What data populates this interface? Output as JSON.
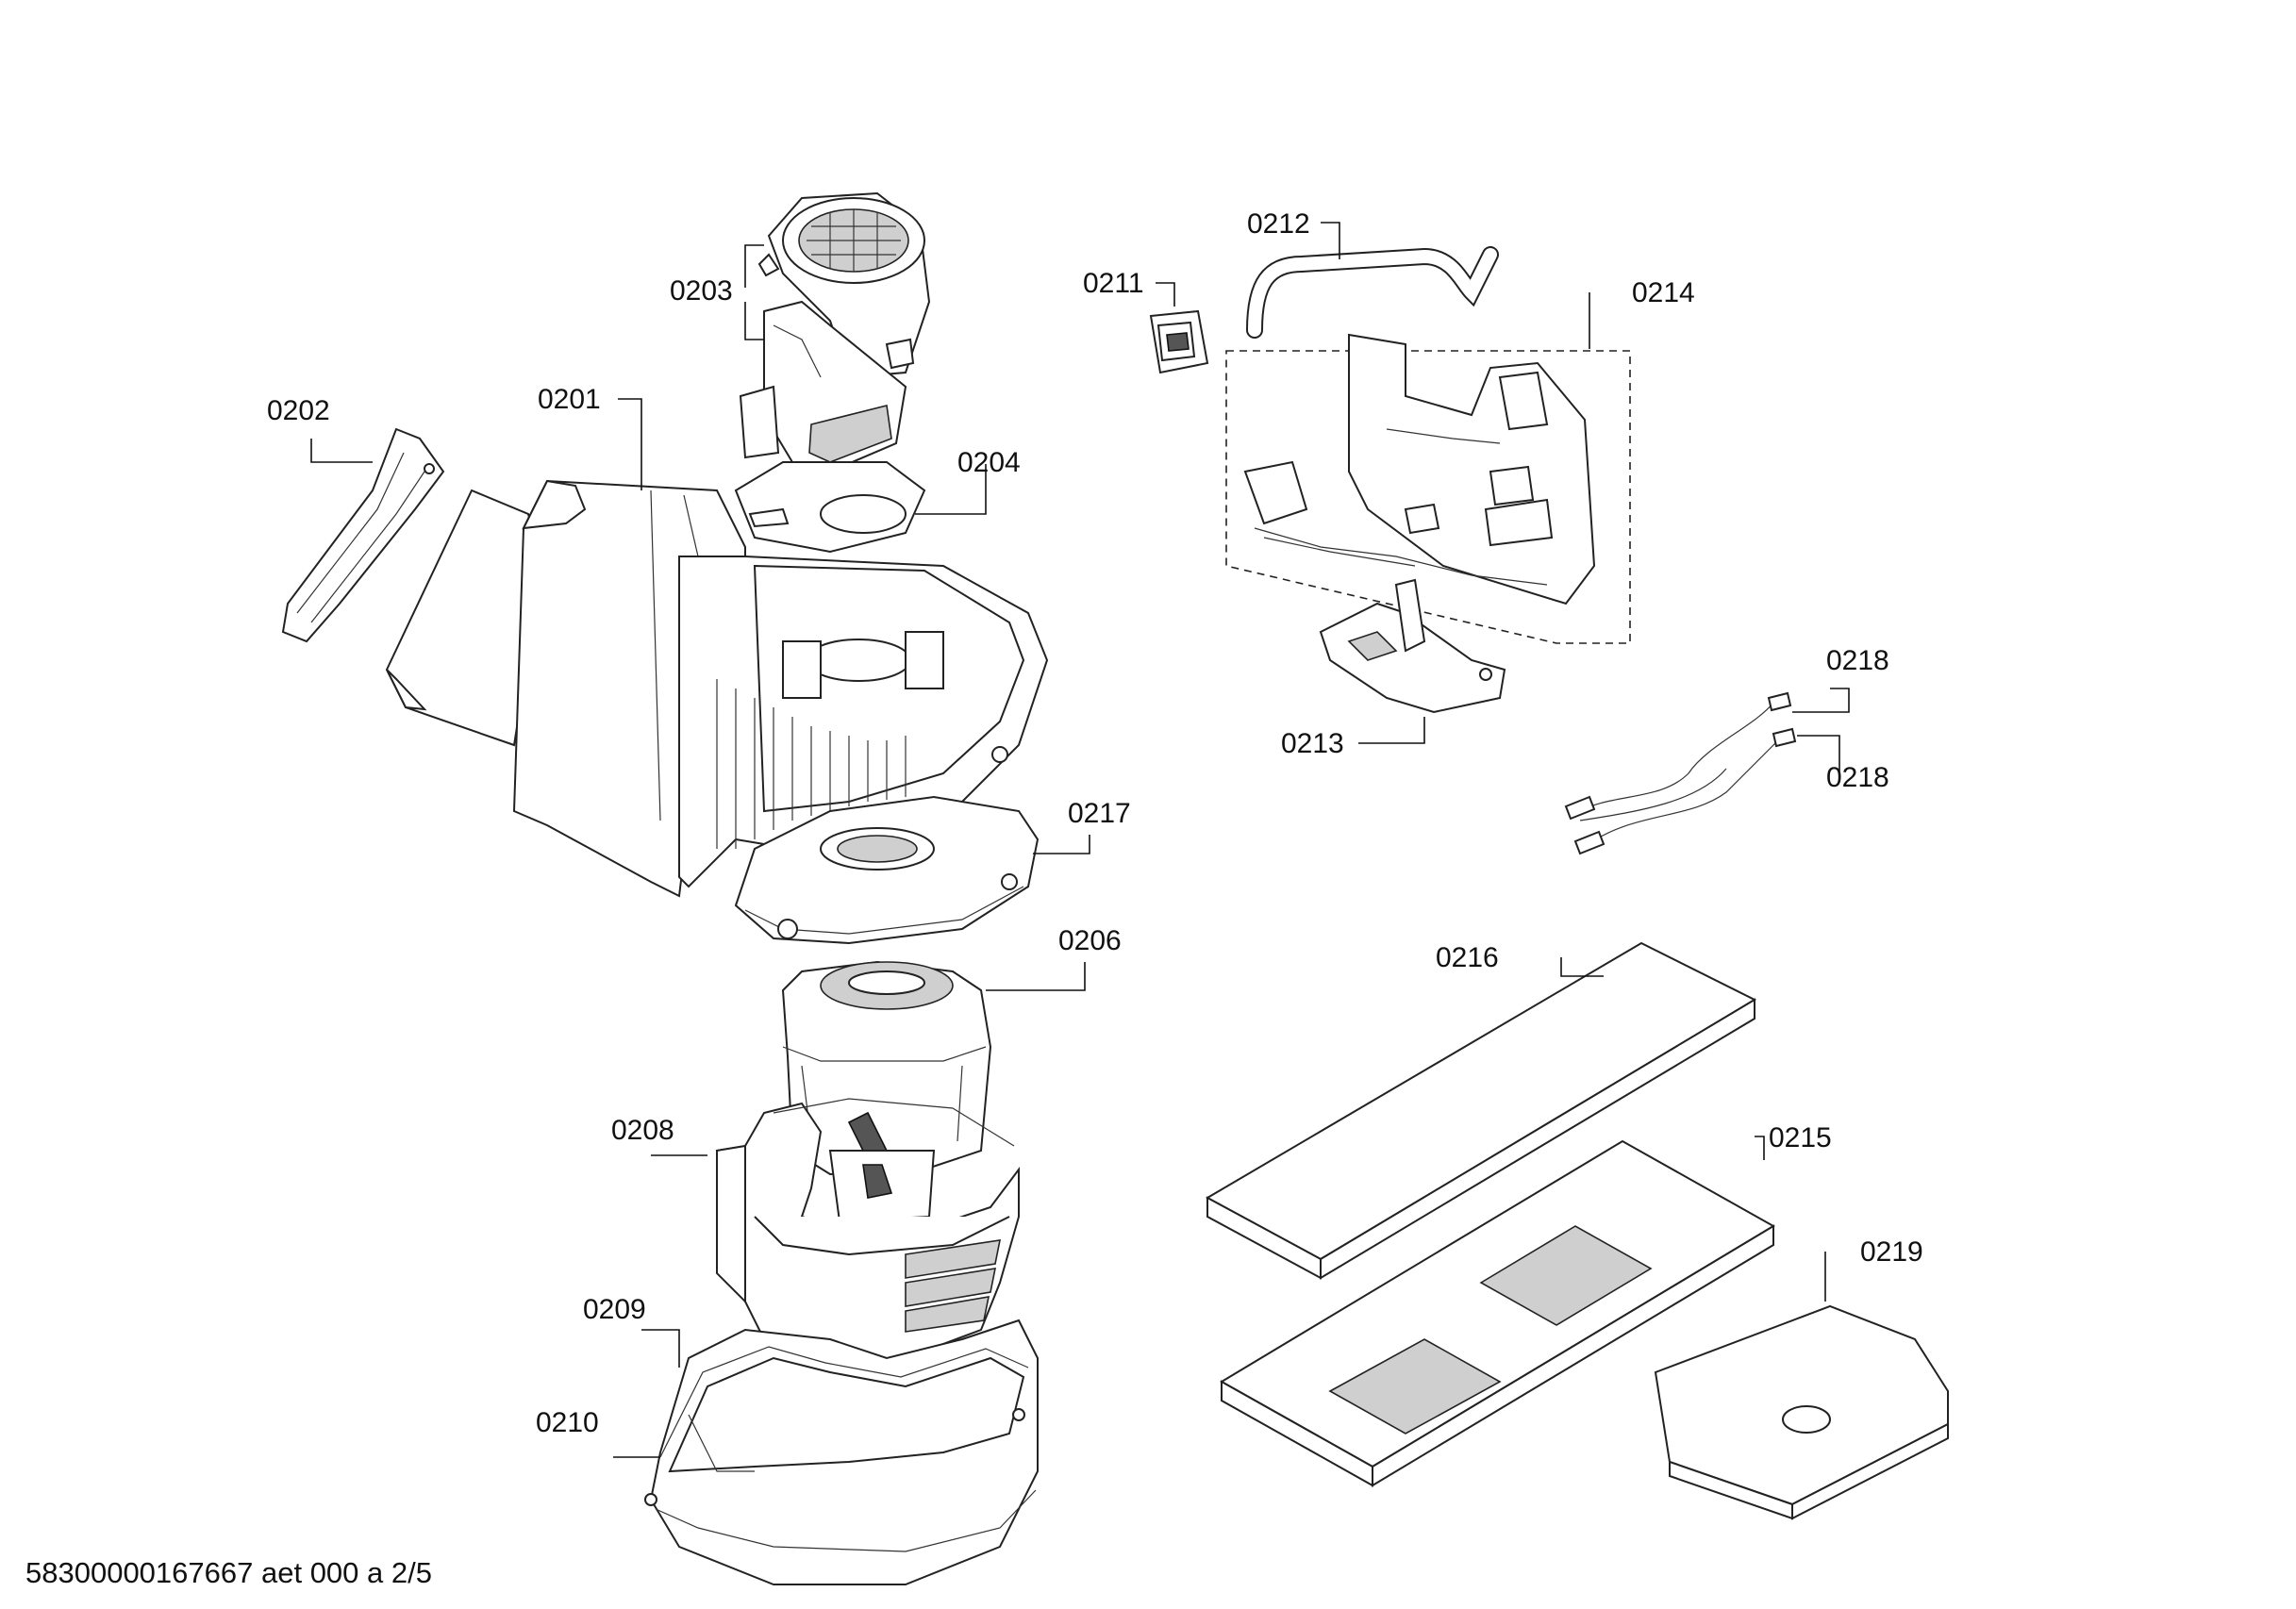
{
  "diagram": {
    "callouts": [
      {
        "id": "0201",
        "label": "0201"
      },
      {
        "id": "0202",
        "label": "0202"
      },
      {
        "id": "0203",
        "label": "0203"
      },
      {
        "id": "0204",
        "label": "0204"
      },
      {
        "id": "0206",
        "label": "0206"
      },
      {
        "id": "0208",
        "label": "0208"
      },
      {
        "id": "0209",
        "label": "0209"
      },
      {
        "id": "0210",
        "label": "0210"
      },
      {
        "id": "0211",
        "label": "0211"
      },
      {
        "id": "0212",
        "label": "0212"
      },
      {
        "id": "0213",
        "label": "0213"
      },
      {
        "id": "0214",
        "label": "0214"
      },
      {
        "id": "0215",
        "label": "0215"
      },
      {
        "id": "0216",
        "label": "0216"
      },
      {
        "id": "0217",
        "label": "0217"
      },
      {
        "id": "0218a",
        "label": "0218"
      },
      {
        "id": "0218b",
        "label": "0218"
      },
      {
        "id": "0219",
        "label": "0219"
      }
    ]
  },
  "footer": {
    "document_code": "58300000167667 aet 000 a 2/5"
  }
}
